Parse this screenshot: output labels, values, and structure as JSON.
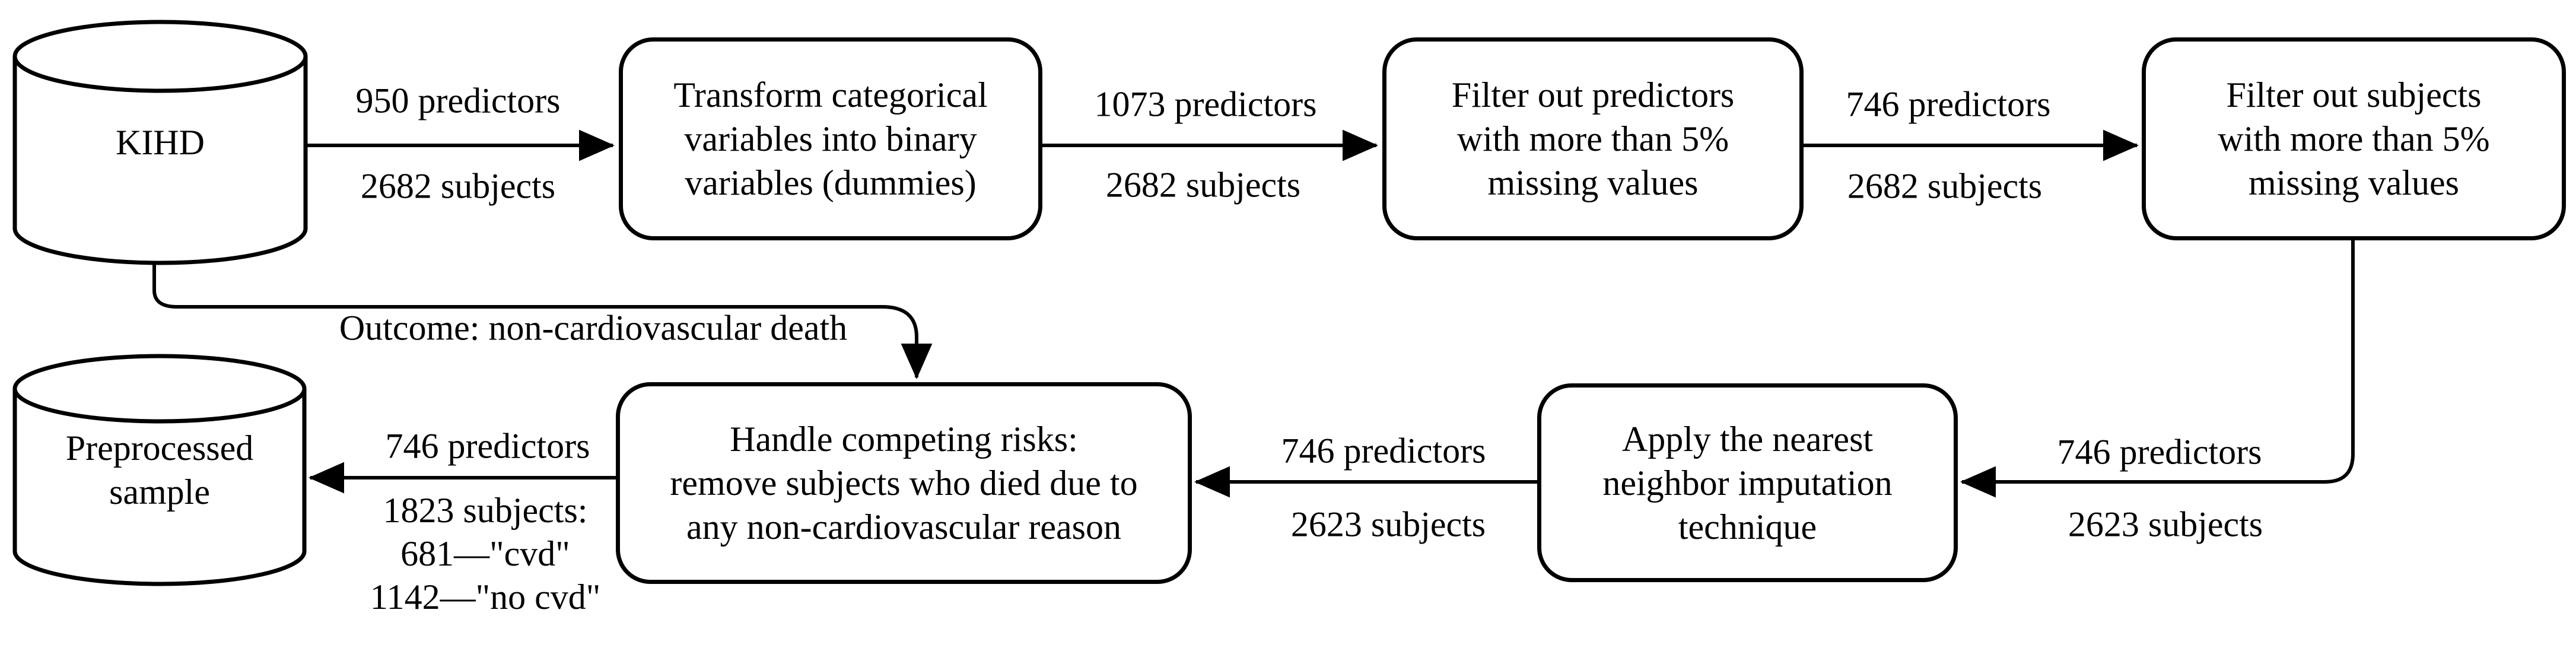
{
  "diagram": {
    "background": "#ffffff",
    "line_color": "#000000",
    "nodes": {
      "kihd": {
        "label": "KIHD"
      },
      "transform": {
        "lines": [
          "Transform categorical",
          "variables into binary",
          "variables (dummies)"
        ]
      },
      "filter_predictors": {
        "lines": [
          "Filter out predictors",
          "with more than 5%",
          "missing values"
        ]
      },
      "filter_subjects": {
        "lines": [
          "Filter out subjects",
          "with more than 5%",
          "missing values"
        ]
      },
      "imputation": {
        "lines": [
          "Apply the nearest",
          "neighbor imputation",
          "technique"
        ]
      },
      "competing_risks": {
        "lines": [
          "Handle competing risks:",
          "remove subjects who died due to",
          "any non-cardiovascular reason"
        ]
      },
      "preprocessed": {
        "lines": [
          "Preprocessed",
          "sample"
        ]
      }
    },
    "edges": {
      "kihd_to_transform": {
        "top": "950 predictors",
        "bottom": "2682 subjects"
      },
      "transform_to_filter_predictors": {
        "top": "1073 predictors",
        "bottom": "2682 subjects"
      },
      "filter_predictors_to_filter_subjects": {
        "top": "746 predictors",
        "bottom": "2682 subjects"
      },
      "filter_subjects_to_imputation": {
        "top": "746 predictors",
        "bottom": "2623 subjects"
      },
      "imputation_to_competing_risks": {
        "top": "746 predictors",
        "bottom": "2623 subjects"
      },
      "competing_risks_to_preprocessed": {
        "top": "746 predictors",
        "bottom_lines": [
          "1823 subjects:",
          "681—\"cvd\"",
          "1142—\"no cvd\""
        ]
      },
      "kihd_outcome_to_competing_risks": {
        "label": "Outcome: non-cardiovascular death"
      }
    }
  }
}
